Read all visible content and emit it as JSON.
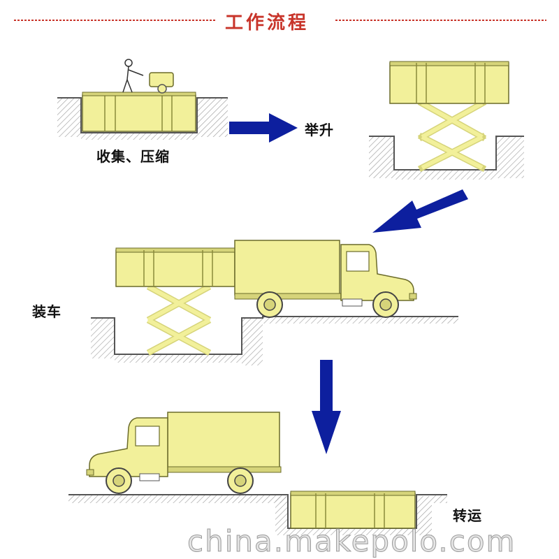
{
  "title": "工作流程",
  "steps": {
    "collect": "收集、压缩",
    "lift": "举升",
    "load": "装车",
    "transfer": "转运"
  },
  "watermark": "china.makepolo.com",
  "colors": {
    "title_red": "#c8342a",
    "box_yellow": "#f2f09a",
    "box_shade": "#d6d47a",
    "arrow_blue": "#0d1f9e",
    "ground": "#555555",
    "hatch": "#9a9a9a"
  },
  "icons": {
    "arrow": "process-arrow-icon",
    "truck": "truck-icon"
  }
}
